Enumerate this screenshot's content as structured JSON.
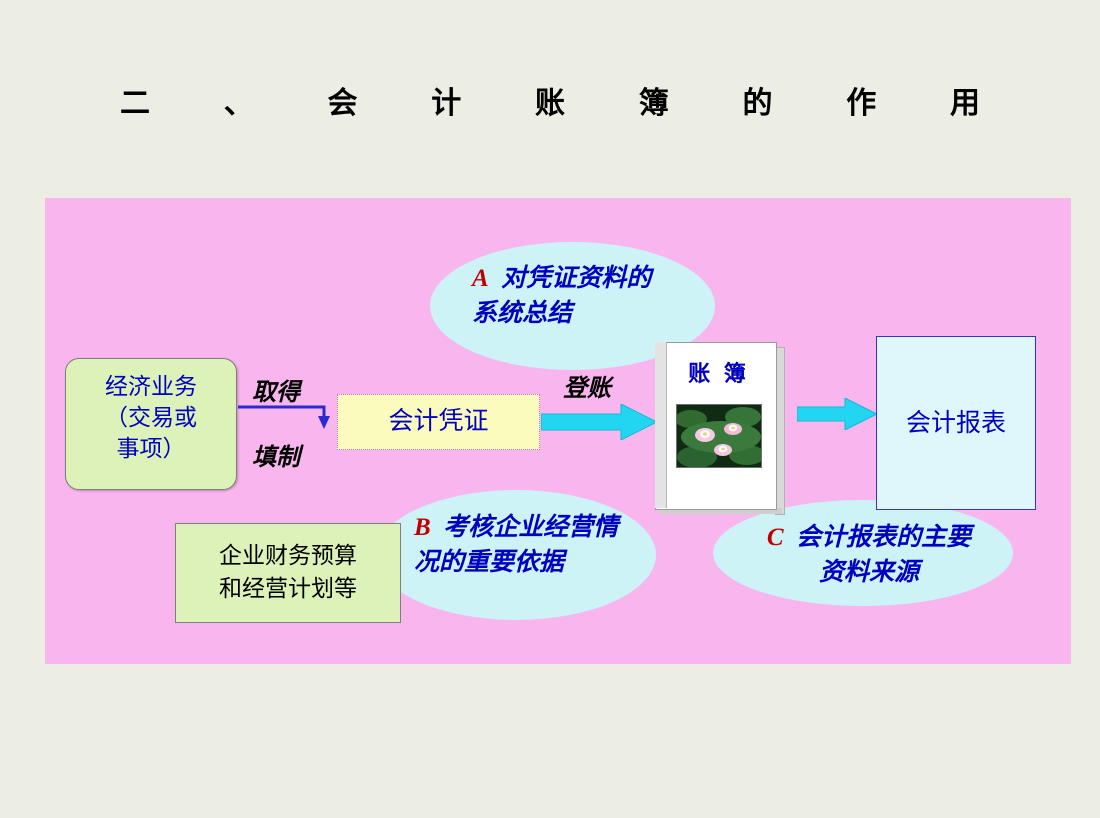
{
  "slide": {
    "title": "二、会计账簿的作用",
    "background_color": "#eceee3",
    "panel_color": "#f9b5ee"
  },
  "nodes": {
    "source": {
      "line1": "经济业务",
      "line2": "（交易或",
      "line3": "事项）"
    },
    "voucher": {
      "label": "会计凭证"
    },
    "book": {
      "label": "账 簿"
    },
    "report": {
      "label": "会计报表"
    },
    "budget": {
      "line1": "企业财务预算",
      "line2": "和经营计划等"
    }
  },
  "arrow_labels": {
    "get": "取得",
    "fill": "填制",
    "post": "登账"
  },
  "callouts": [
    {
      "mark": "A",
      "text": "对凭证资料的系统总结"
    },
    {
      "mark": "B",
      "text": "考核企业经营情况的重要依据"
    },
    {
      "mark": "C",
      "text": "会计报表的主要资料来源"
    }
  ],
  "colors": {
    "text_blue": "#0000c0",
    "mark_red": "#c00000",
    "ellipse_fill": "#cdf3f7",
    "green_fill": "#ddf2b8",
    "yellow_fill": "#fbfbbd",
    "cyan_fill": "#dff7fb",
    "arrow_cyan": "#00d2ef",
    "arrow_blue": "#2a2ad0"
  }
}
